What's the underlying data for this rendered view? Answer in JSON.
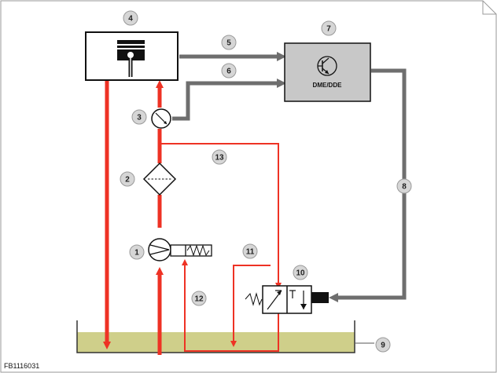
{
  "figure_code": "FB1116031",
  "control_unit_label": "DME/DDE",
  "callouts": [
    "1",
    "2",
    "3",
    "4",
    "5",
    "6",
    "7",
    "8",
    "9",
    "10",
    "11",
    "12",
    "13"
  ],
  "colors": {
    "fuel_line": "#ee3224",
    "signal_line": "#6e6e6e",
    "control_unit_fill": "#c8c8c8",
    "tank_fuel": "#cfcf8a",
    "callout_fill": "#d6d6d6",
    "frame": "#9a9a9a"
  },
  "icons": [
    "engine-piston-icon",
    "pressure-gauge-icon",
    "fuel-filter-icon",
    "fuel-pump-icon",
    "transistor-icon",
    "solenoid-valve-icon",
    "spring-icon"
  ]
}
